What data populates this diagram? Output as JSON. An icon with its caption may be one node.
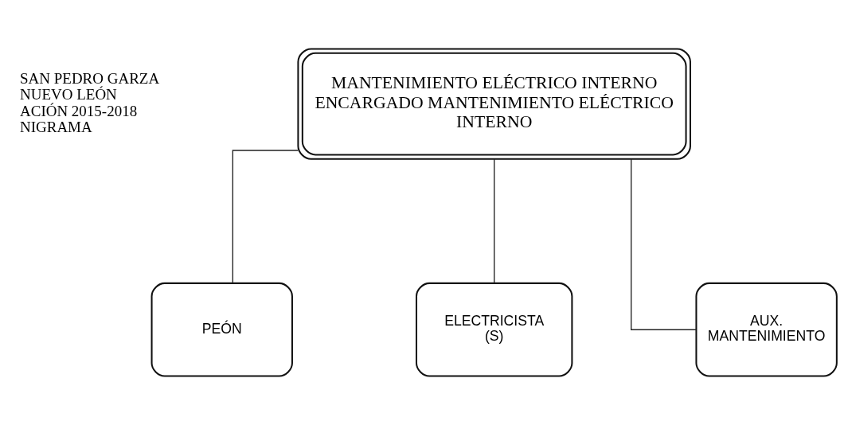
{
  "diagram": {
    "nodes": [
      {
        "text": [
          "MANTENIMIENTO ELÉCTRICO INTERNO",
          "ENCARGADO MANTENIMIENTO ELÉCTRICO INTERNO"
        ]
      },
      {
        "text": [
          "PEÓN"
        ]
      },
      {
        "text": [
          "ELECTRICISTA (S)"
        ]
      },
      {
        "text": [
          "AUX. MANTENIMIENTO"
        ]
      }
    ],
    "edges": [
      {
        "from": 0,
        "to": 1,
        "arrow": "none"
      },
      {
        "from": 0,
        "to": 2,
        "arrow": "none"
      },
      {
        "from": 0,
        "to": 3,
        "arrow": "none"
      }
    ],
    "labels": [
      "SAN PEDRO GARZA",
      "NUEVO LEÓN",
      "ACIÓN 2015-2018",
      "NIGRAMA"
    ]
  }
}
